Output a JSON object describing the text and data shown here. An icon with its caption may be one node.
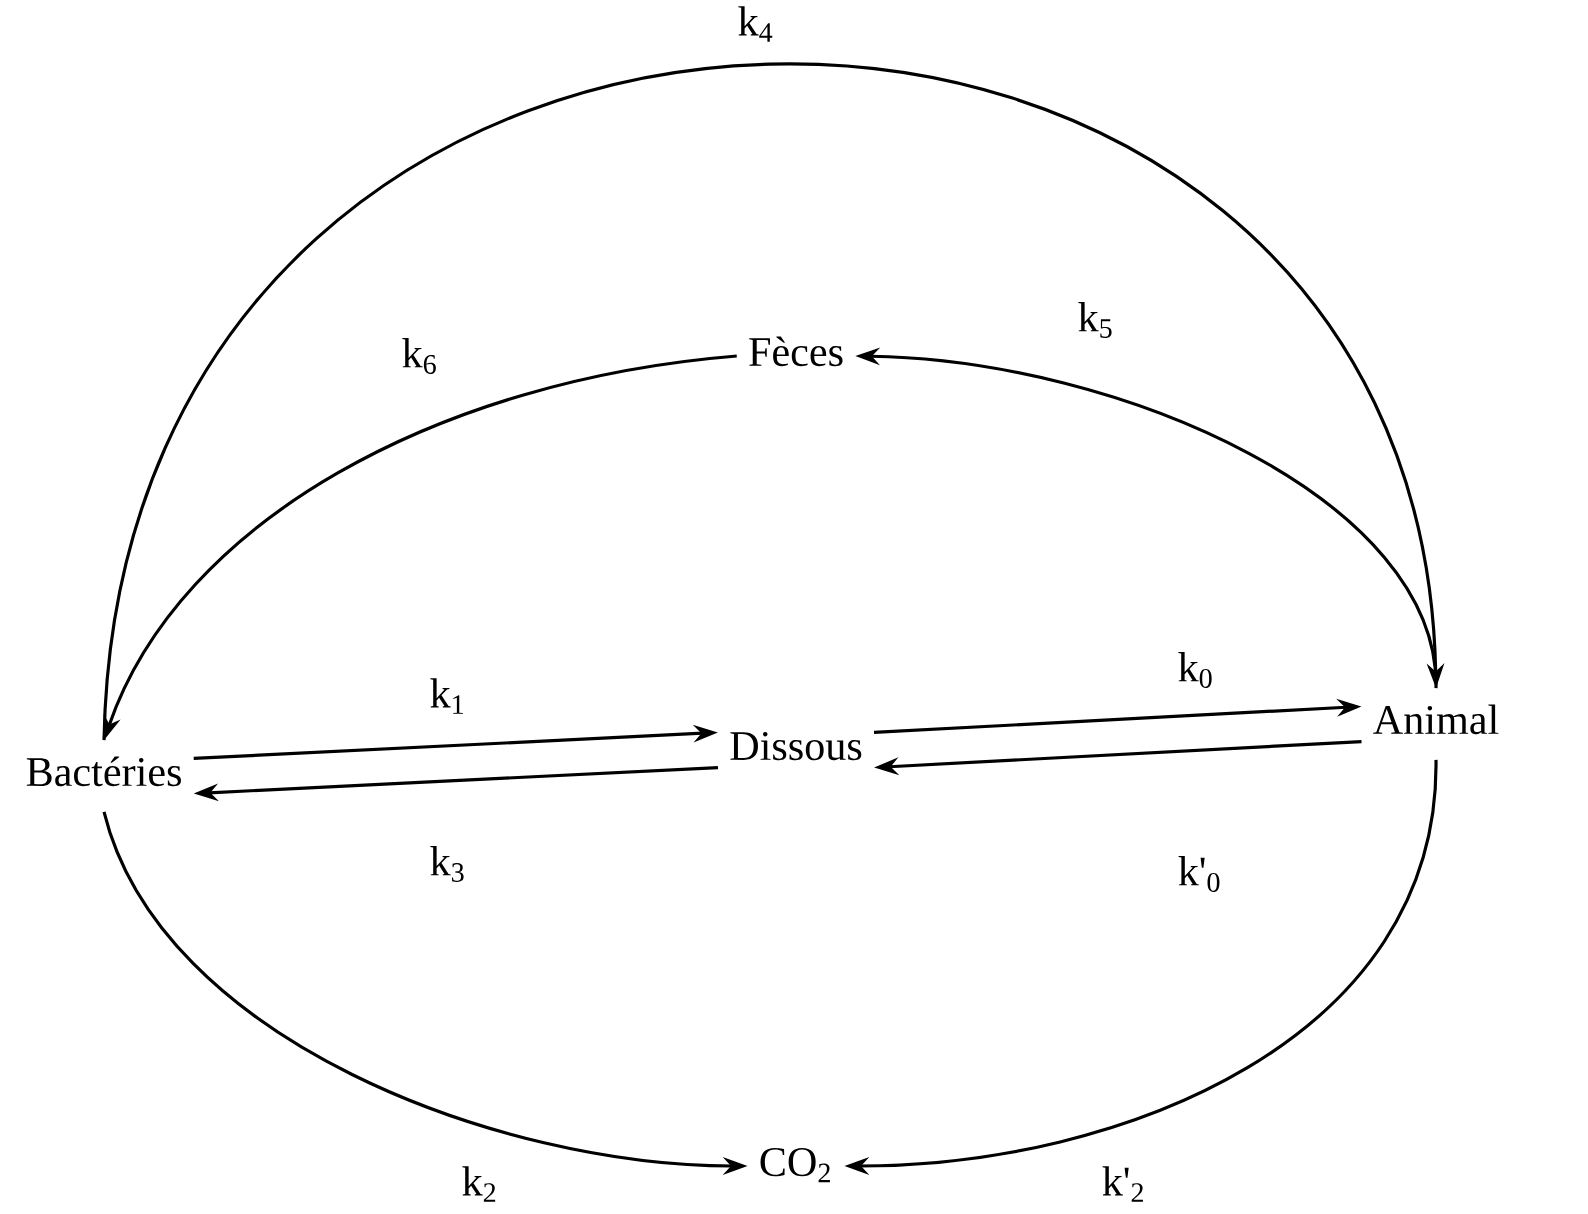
{
  "diagram": {
    "nodes": [
      {
        "text": [
          "Bactéries"
        ]
      },
      {
        "text": [
          "Dissous"
        ]
      },
      {
        "text": [
          "Animal"
        ]
      },
      {
        "text": [
          "Fèces"
        ]
      },
      {
        "text": [
          "CO$_{2}$"
        ]
      }
    ],
    "edges": [
      {
        "from": 0,
        "to": 2,
        "arrow": "to",
        "label": "k$_{4}$"
      },
      {
        "from": 3,
        "to": 0,
        "arrow": "to",
        "label": "k$_{6}$"
      },
      {
        "from": 2,
        "to": 3,
        "arrow": "to",
        "label": "k$_{5}$"
      },
      {
        "from": 0,
        "to": 1,
        "arrow": "to",
        "label": "k$_{1}$"
      },
      {
        "from": 1,
        "to": 0,
        "arrow": "to",
        "label": "k$_{3}$"
      },
      {
        "from": 1,
        "to": 2,
        "arrow": "to",
        "label": "k$_{0}$"
      },
      {
        "from": 2,
        "to": 1,
        "arrow": "to",
        "label": "k'$_{0}$"
      },
      {
        "from": 0,
        "to": 4,
        "arrow": "to",
        "label": "k$_{2}$"
      },
      {
        "from": 2,
        "to": 4,
        "arrow": "to",
        "label": "k'$_{2}$"
      }
    ]
  }
}
